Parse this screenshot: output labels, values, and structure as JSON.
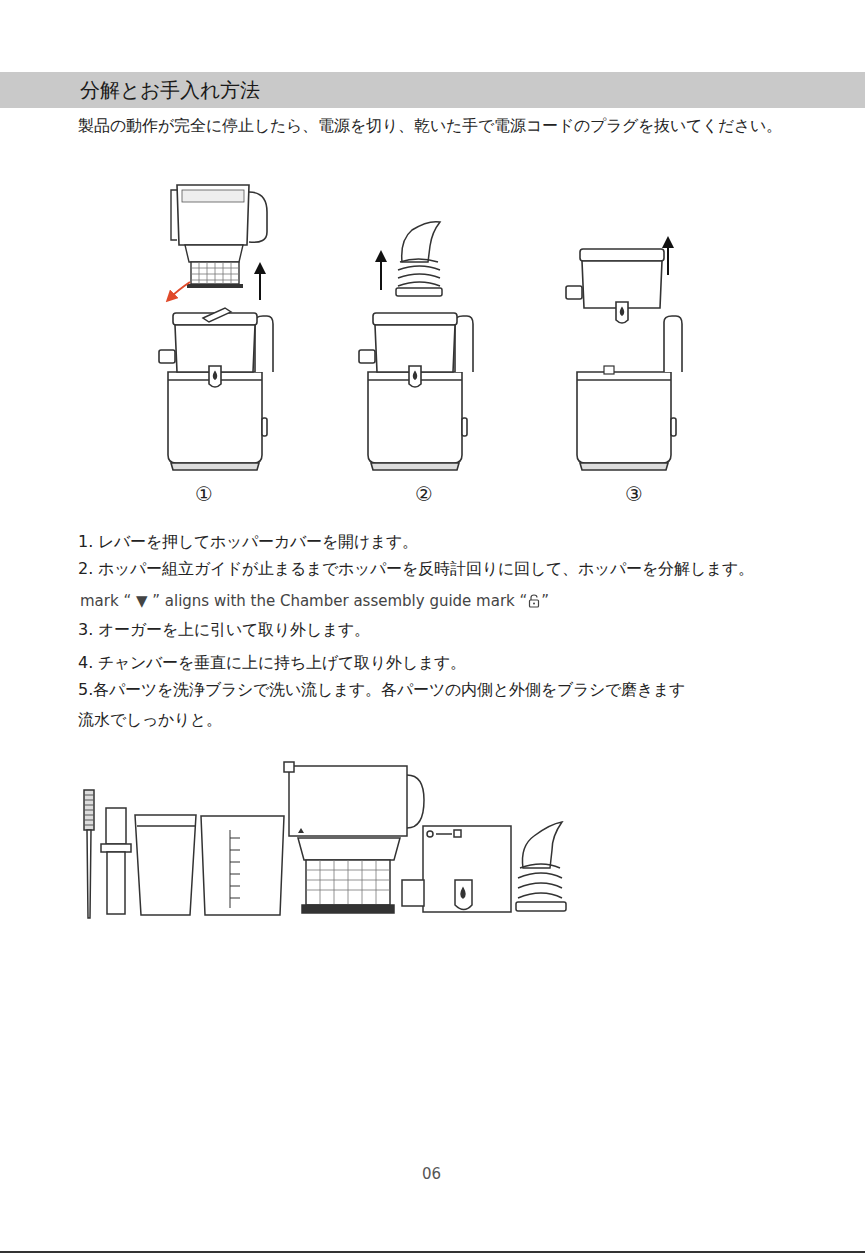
{
  "diagram": {
    "nodes": [
      {
        "text": [
          "分解とお手入れ方法"
        ]
      }
    ],
    "labels": [
      "製品の動作が完全に停止したら、電源を切り、乾いた手で電源コードのプラグを抜いてください。",
      "①",
      "②",
      "③",
      "1. レバーを押してホッパーカバーを開けます。",
      "2. ホッパー組立ガイドが止まるまでホッパーを反時計回りに回して、ホッパーを分解します。",
      "mark “ ▼ ” aligns with the Chamber assembly guide mark “",
      "”",
      "3. オーガーを上に引いて取り外します。",
      "4. チャンバーを垂直に上に持ち上げて取り外します。",
      "5.各パーツを洗浄ブラシで洗い流します。各パーツの内側と外側をブラシで磨きます",
      "流水でしっかりと。",
      "06"
    ]
  }
}
